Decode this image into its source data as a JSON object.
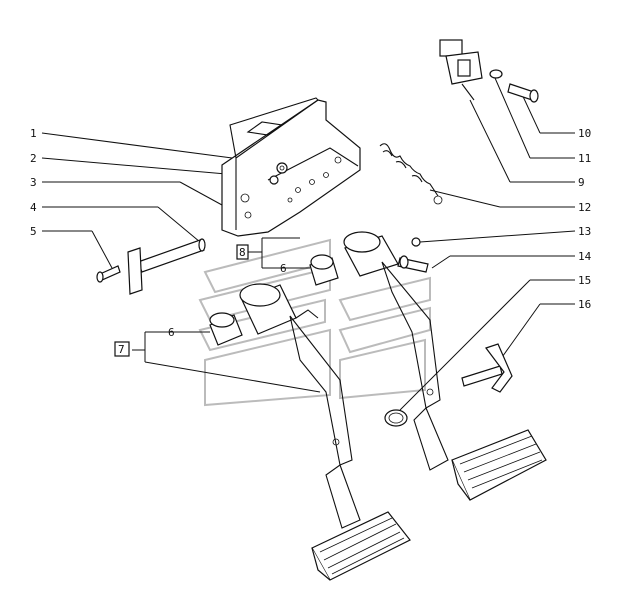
{
  "diagram": {
    "callouts": [
      {
        "id": "c1",
        "label": "1"
      },
      {
        "id": "c2",
        "label": "2"
      },
      {
        "id": "c3",
        "label": "3"
      },
      {
        "id": "c4",
        "label": "4"
      },
      {
        "id": "c5",
        "label": "5"
      },
      {
        "id": "c6",
        "label": "6"
      },
      {
        "id": "c7",
        "label": "7"
      },
      {
        "id": "c8",
        "label": "8"
      },
      {
        "id": "c9",
        "label": "9"
      },
      {
        "id": "c10",
        "label": "10"
      },
      {
        "id": "c11",
        "label": "11"
      },
      {
        "id": "c12",
        "label": "12"
      },
      {
        "id": "c13",
        "label": "13"
      },
      {
        "id": "c14",
        "label": "14"
      },
      {
        "id": "c15",
        "label": "15"
      },
      {
        "id": "c16",
        "label": "16"
      }
    ],
    "inline_marks": [
      {
        "id": "m6a",
        "label": "6"
      },
      {
        "id": "m6b",
        "label": "6"
      },
      {
        "id": "m8",
        "label": "8"
      },
      {
        "id": "m7",
        "label": "7"
      }
    ]
  }
}
